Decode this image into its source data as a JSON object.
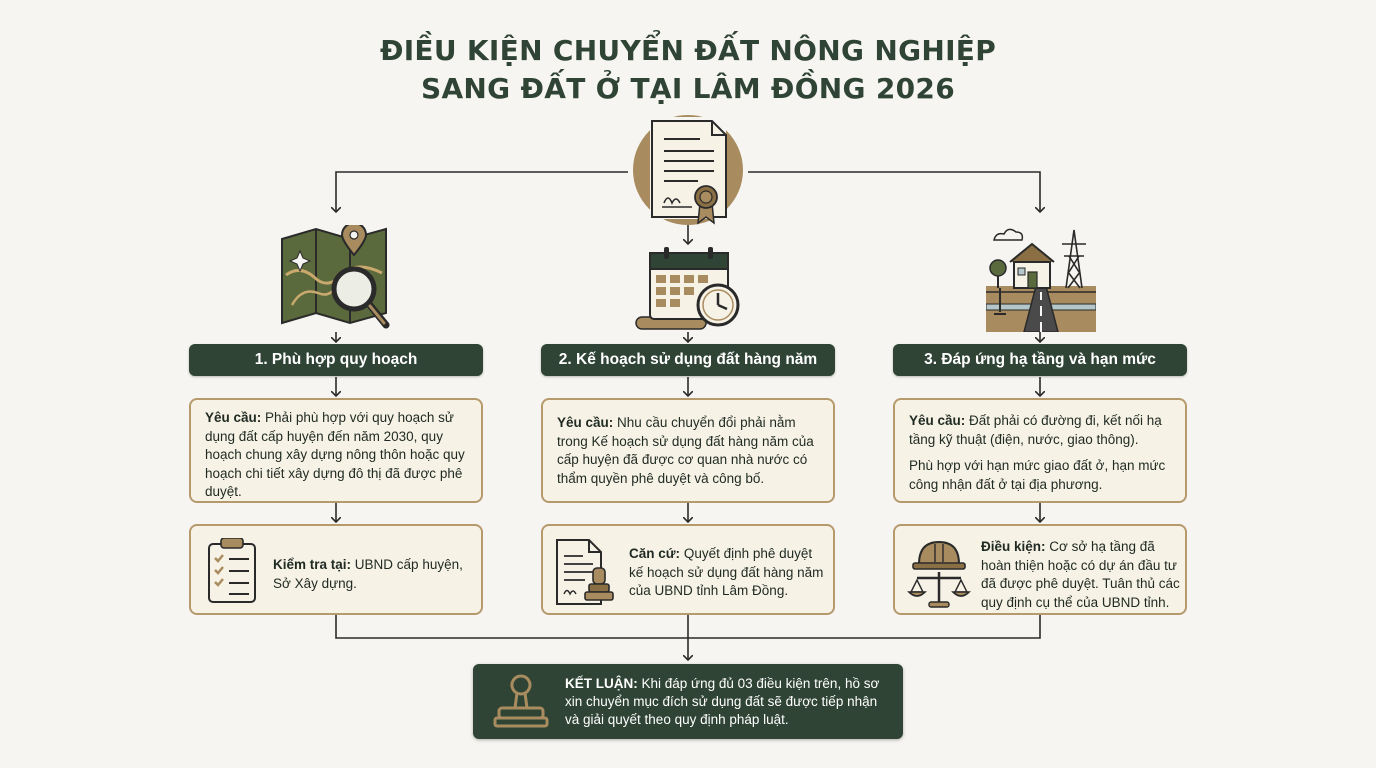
{
  "title": {
    "line1": "ĐIỀU KIỆN CHUYỂN ĐẤT NÔNG NGHIỆP",
    "line2": "SANG ĐẤT Ở TẠI LÂM ĐỒNG 2026"
  },
  "columns": [
    {
      "header": "1. Phù hợp quy hoạch",
      "requirement_label": "Yêu cầu:",
      "requirement_text": "Phải phù hợp với quy hoạch sử dụng đất cấp huyện đến năm 2030, quy hoạch chung xây dựng nông thôn hoặc quy hoạch chi tiết xây dựng đô thị đã được phê duyệt.",
      "detail_label": "Kiểm tra tại:",
      "detail_text": "UBND cấp huyện, Sở Xây dựng."
    },
    {
      "header": "2. Kế hoạch sử dụng đất hàng năm",
      "requirement_label": "Yêu cầu:",
      "requirement_text": "Nhu cầu chuyển đổi phải nằm trong Kế hoạch sử dụng đất hàng năm của cấp huyện đã được cơ quan nhà nước có thẩm quyền phê duyệt và công bố.",
      "detail_label": "Căn cứ:",
      "detail_text": "Quyết định phê duyệt kế hoạch sử dụng đất hàng năm của UBND tỉnh Lâm Đồng."
    },
    {
      "header": "3. Đáp ứng hạ tầng và hạn mức",
      "requirement_label": "Yêu cầu:",
      "requirement_text": "Đất phải có đường đi, kết nối hạ tầng kỹ thuật (điện, nước, giao thông).",
      "requirement_text2": "Phù hợp với hạn mức giao đất ở, hạn mức công nhận đất ở tại địa phương.",
      "detail_label": "Điều kiện:",
      "detail_text": "Cơ sở hạ tầng đã hoàn thiện hoặc có dự án đầu tư đã được phê duyệt. Tuân thủ các quy định cụ thể của UBND tỉnh."
    }
  ],
  "conclusion": {
    "label": "KẾT LUẬN:",
    "text": "Khi đáp ứng đủ 03 điều kiện trên, hồ sơ xin chuyển mục đích sử dụng đất sẽ được tiếp nhận và giải quyết theo quy định pháp luật."
  },
  "colors": {
    "dark_green": "#2f4435",
    "tan": "#b69a6c",
    "cream": "#f7f2e6",
    "olive": "#5b6a3c"
  },
  "icons": [
    "document-seal-icon",
    "map-search-icon",
    "calendar-clock-icon",
    "house-infrastructure-icon",
    "checklist-icon",
    "document-stamp-icon",
    "hardhat-scale-icon",
    "stamp-icon"
  ]
}
